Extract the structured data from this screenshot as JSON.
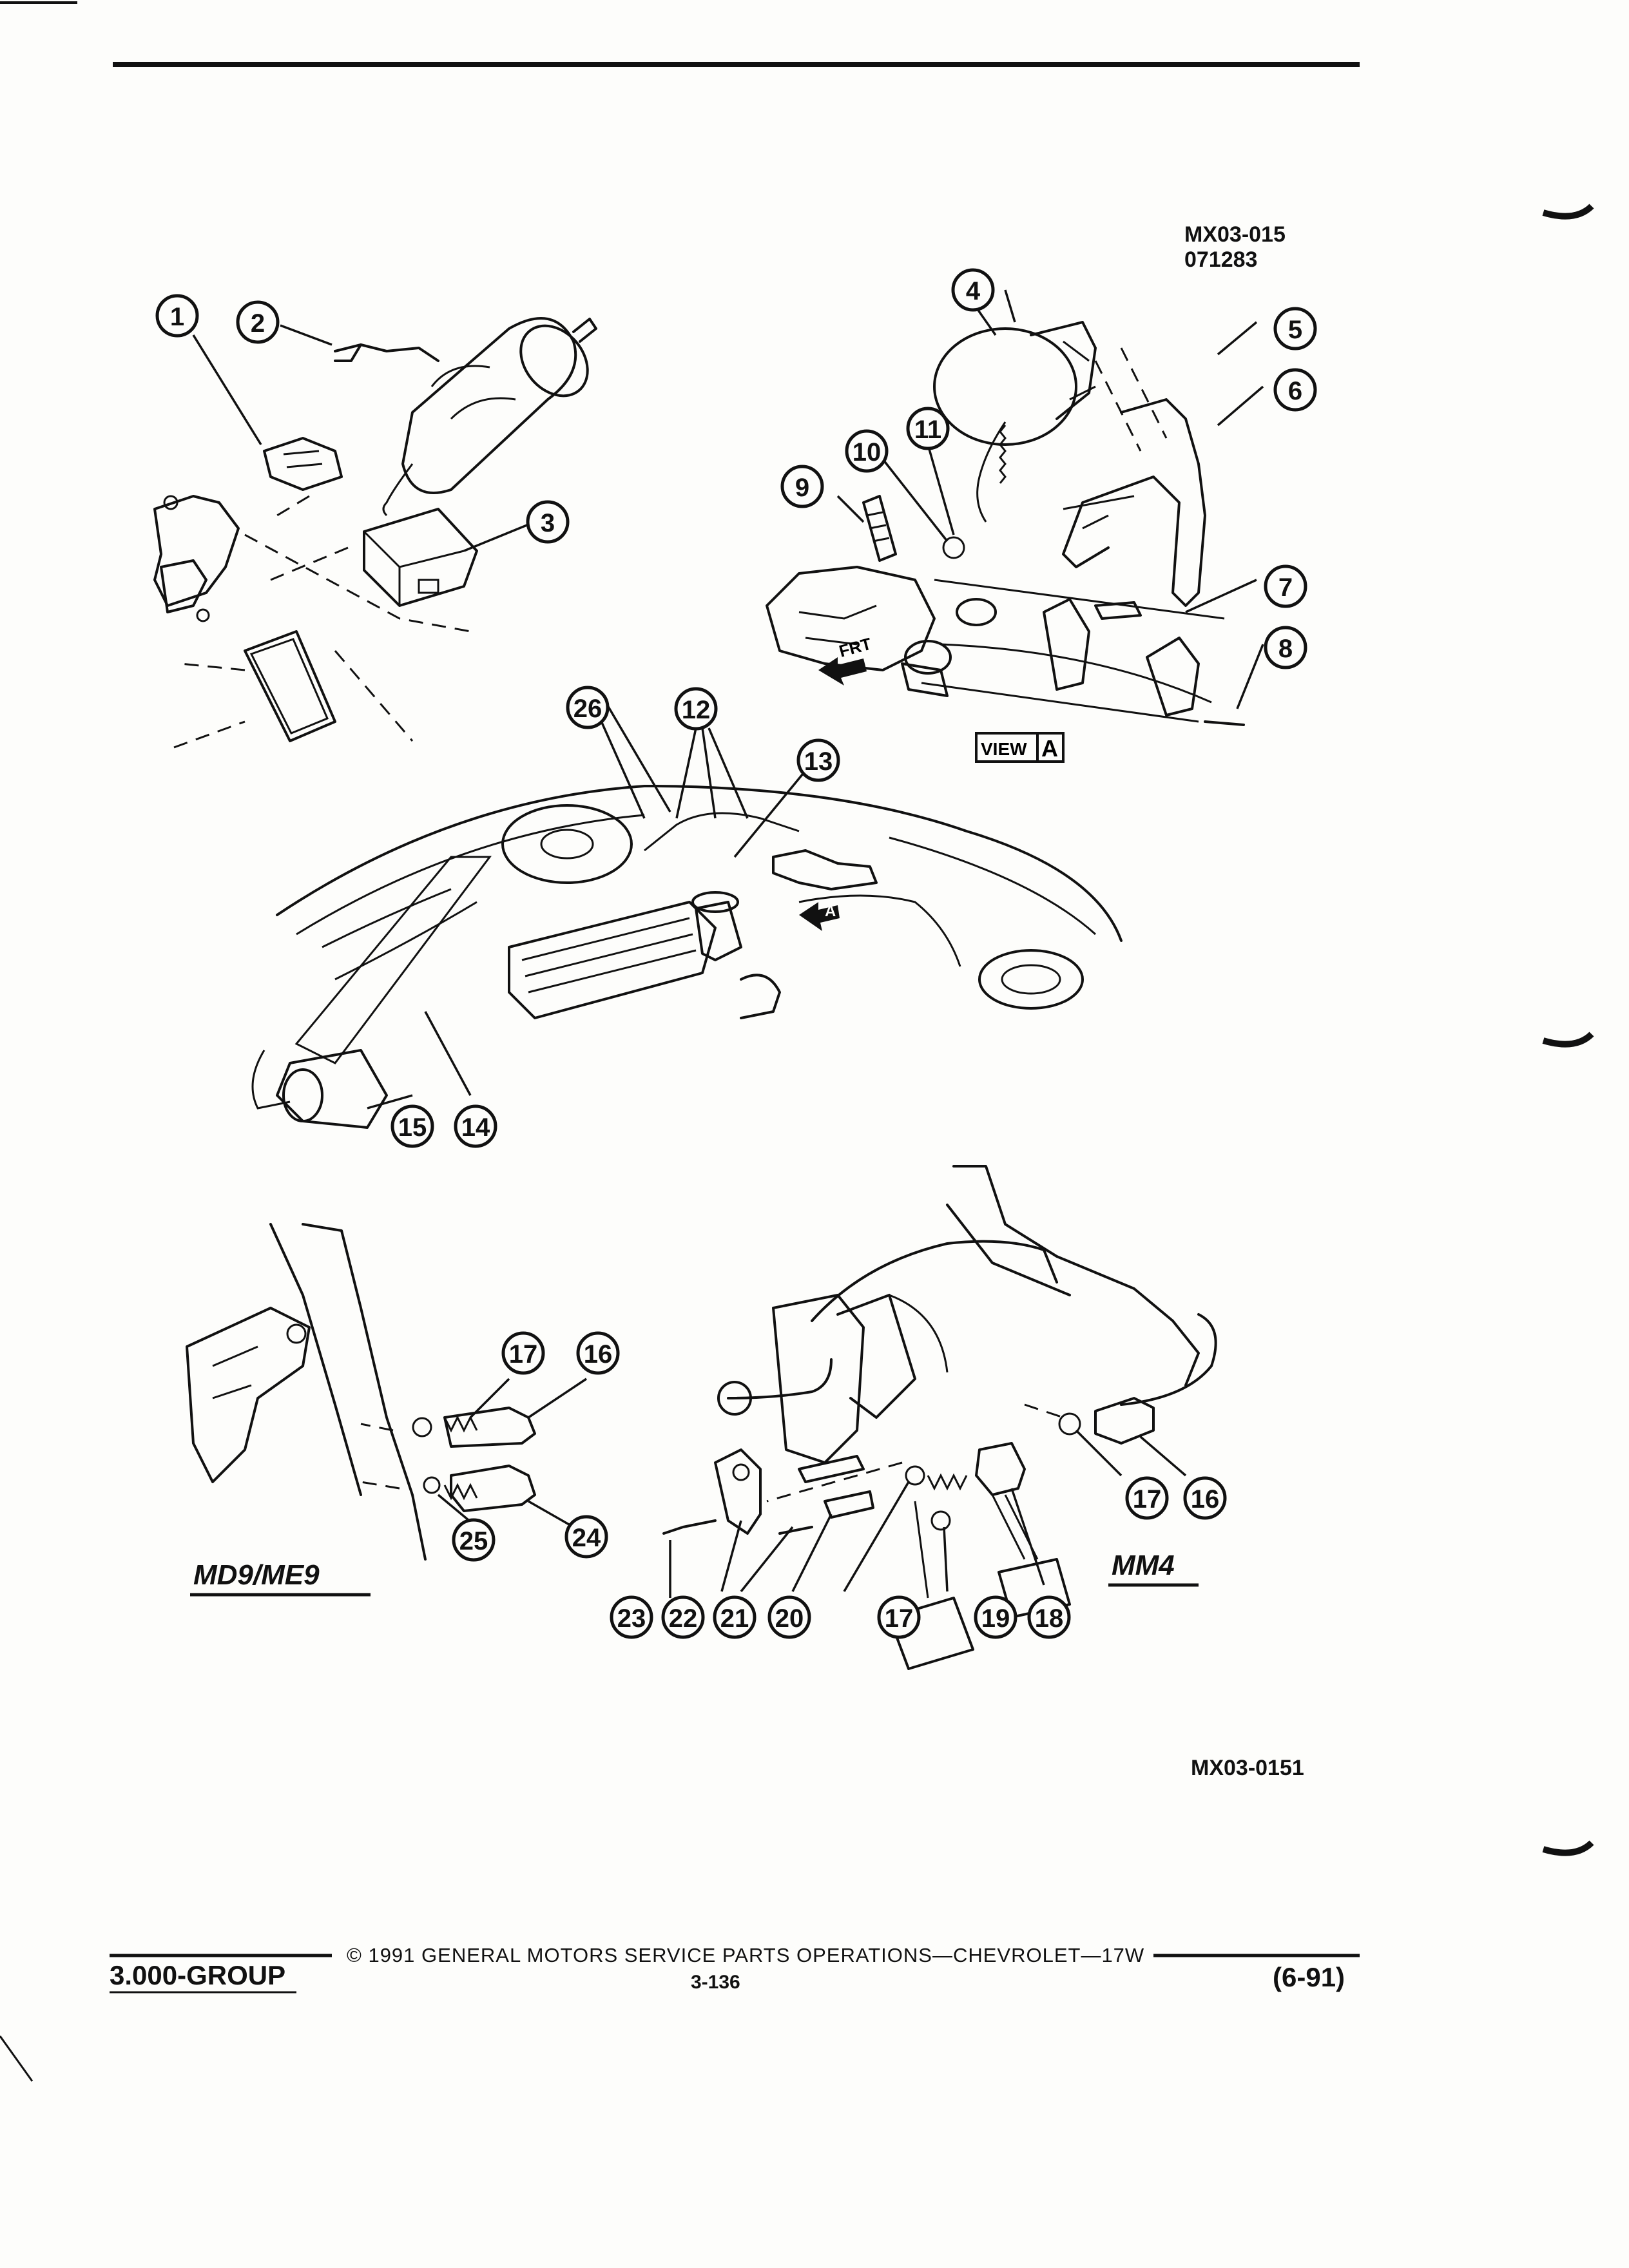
{
  "header": {
    "figure_code_top": "MX03-015",
    "figure_date": "071283",
    "figure_code_bottom": "MX03-0151"
  },
  "callouts": [
    "1",
    "2",
    "3",
    "4",
    "5",
    "6",
    "7",
    "8",
    "9",
    "10",
    "11",
    "12",
    "13",
    "14",
    "15",
    "16",
    "17",
    "18",
    "19",
    "20",
    "21",
    "22",
    "23",
    "24",
    "25",
    "26"
  ],
  "labels": {
    "front_arrow": "FRT",
    "view_label": "VIEW",
    "view_letter": "A",
    "view_arrow_letter": "A",
    "variant_left": "MD9/ME9",
    "variant_right": "MM4"
  },
  "footer": {
    "group": "3.000-GROUP",
    "copyright": "© 1991 GENERAL MOTORS SERVICE PARTS OPERATIONS—CHEVROLET—17W",
    "page": "3-136",
    "revision": "(6-91)"
  }
}
